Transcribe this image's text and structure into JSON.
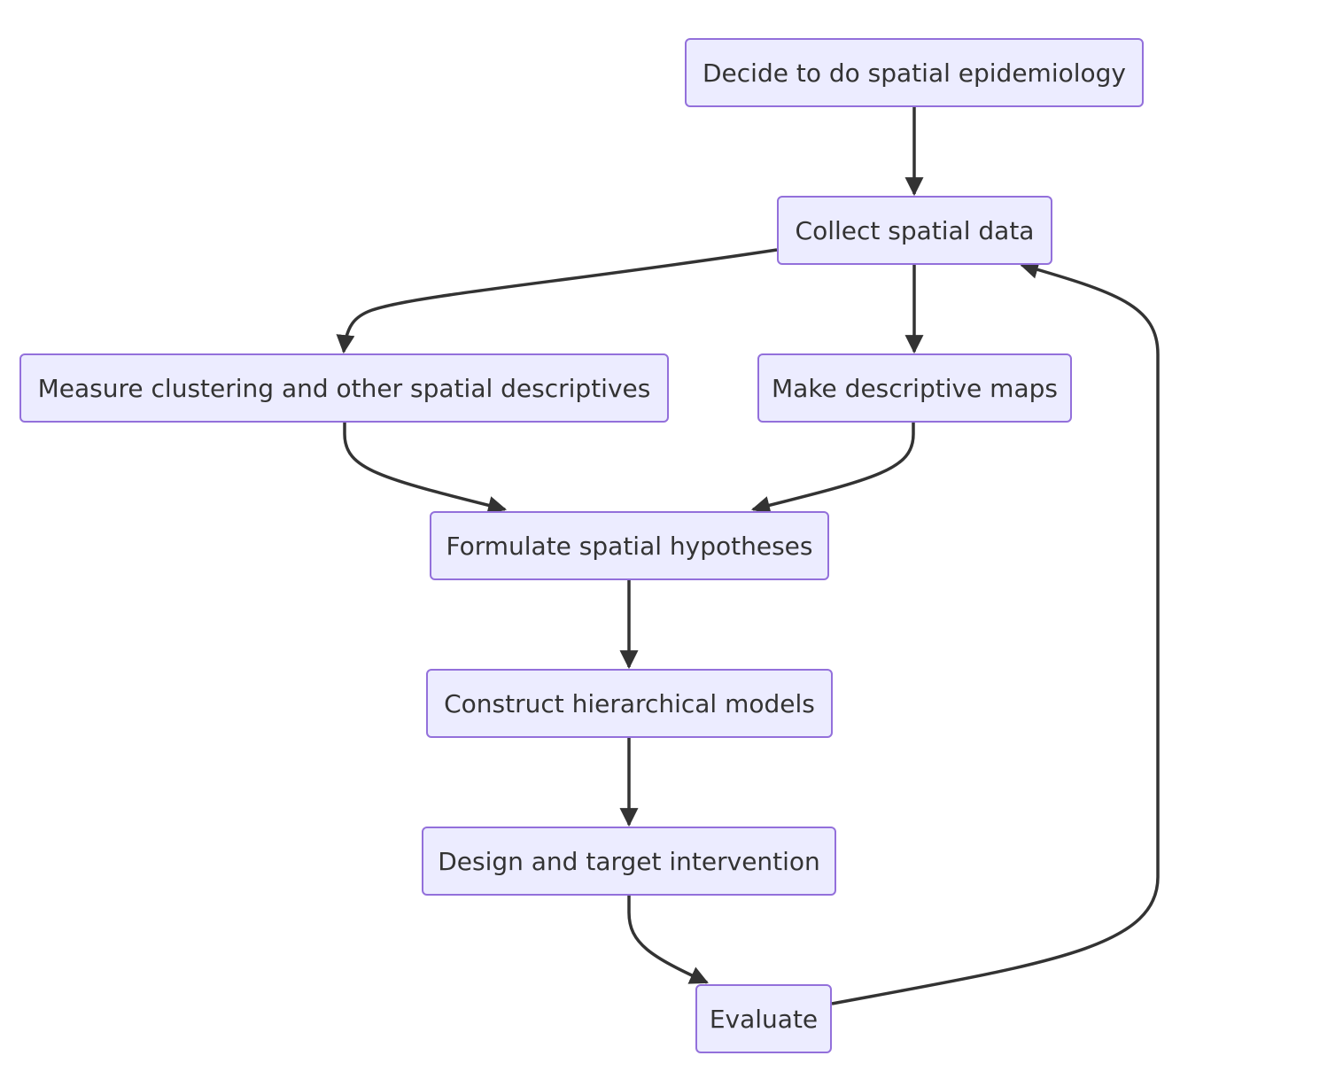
{
  "flowchart": {
    "nodes": [
      {
        "id": "n1",
        "label": "Decide to do spatial epidemiology"
      },
      {
        "id": "n2",
        "label": "Collect spatial data"
      },
      {
        "id": "n3",
        "label": "Measure clustering and other spatial descriptives"
      },
      {
        "id": "n4",
        "label": "Make descriptive maps"
      },
      {
        "id": "n5",
        "label": "Formulate spatial hypotheses"
      },
      {
        "id": "n6",
        "label": "Construct hierarchical models"
      },
      {
        "id": "n7",
        "label": "Design and target intervention"
      },
      {
        "id": "n8",
        "label": "Evaluate"
      }
    ],
    "edges": [
      {
        "from": "n1",
        "to": "n2"
      },
      {
        "from": "n2",
        "to": "n3"
      },
      {
        "from": "n2",
        "to": "n4"
      },
      {
        "from": "n3",
        "to": "n5"
      },
      {
        "from": "n4",
        "to": "n5"
      },
      {
        "from": "n5",
        "to": "n6"
      },
      {
        "from": "n6",
        "to": "n7"
      },
      {
        "from": "n7",
        "to": "n8"
      },
      {
        "from": "n8",
        "to": "n2"
      }
    ],
    "colors": {
      "node_fill": "#ececff",
      "node_border": "#9370db",
      "edge": "#333333",
      "text": "#333333"
    }
  }
}
